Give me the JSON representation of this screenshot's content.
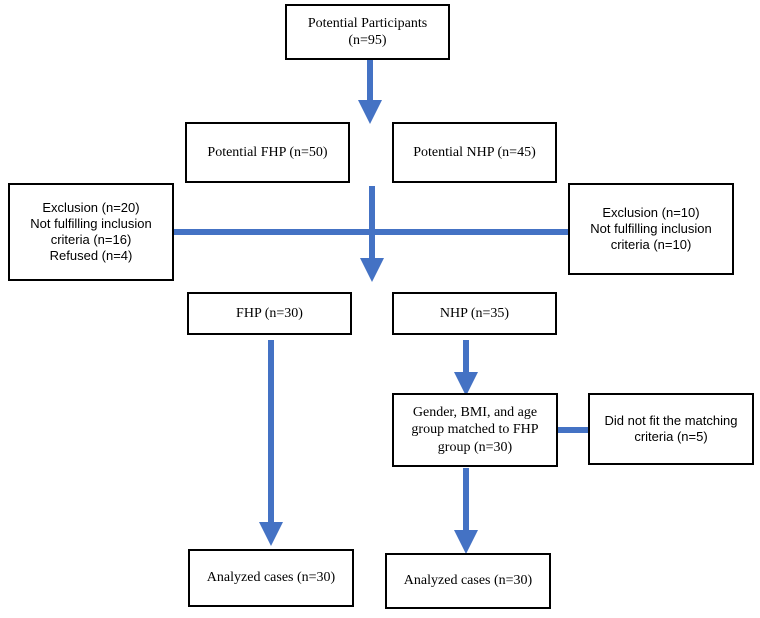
{
  "colors": {
    "connector": "#4472C4",
    "box_border": "#000000",
    "background": "#ffffff"
  },
  "boxes": {
    "potential_participants": {
      "line1": "Potential Participants",
      "line2": "(n=95)"
    },
    "potential_fhp": {
      "label": "Potential FHP (n=50)"
    },
    "potential_nhp": {
      "label": "Potential NHP (n=45)"
    },
    "exclusion_left": {
      "line1": "Exclusion (n=20)",
      "line2": "Not fulfilling inclusion",
      "line3": "criteria (n=16)",
      "line4": "Refused (n=4)"
    },
    "exclusion_right": {
      "line1": "Exclusion (n=10)",
      "line2": "Not fulfilling inclusion",
      "line3": "criteria (n=10)"
    },
    "fhp": {
      "label": "FHP (n=30)"
    },
    "nhp": {
      "label": "NHP (n=35)"
    },
    "matched": {
      "line1": "Gender, BMI, and age",
      "line2": "group matched to FHP",
      "line3": "group (n=30)"
    },
    "not_matched": {
      "line1": "Did not fit the matching",
      "line2": "criteria (n=5)"
    },
    "analyzed_fhp": {
      "label": "Analyzed cases (n=30)"
    },
    "analyzed_nhp": {
      "label": "Analyzed cases (n=30)"
    }
  }
}
